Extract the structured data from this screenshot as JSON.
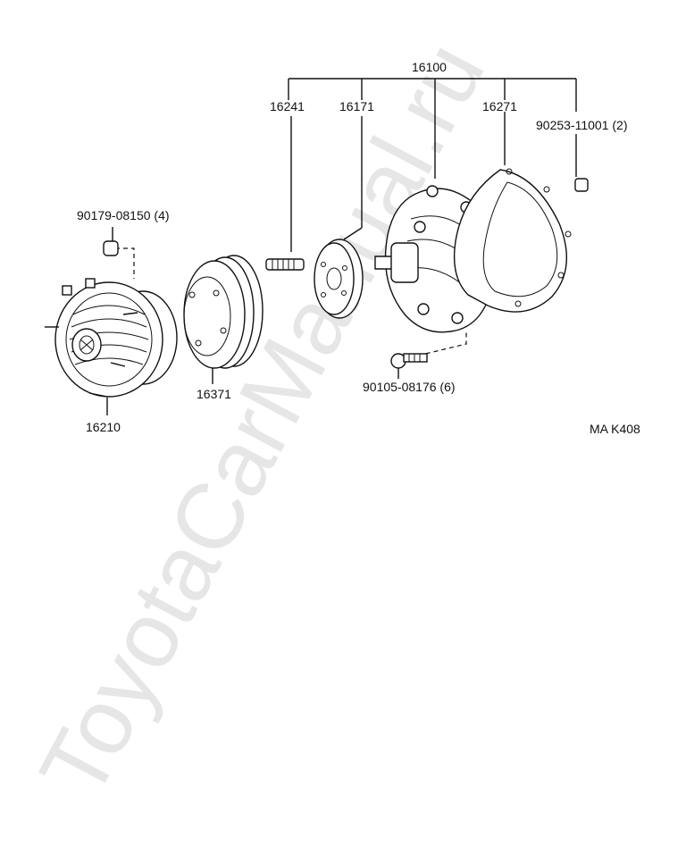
{
  "watermark": "ToyotaCarManual.ru",
  "figure_code": "MA K408",
  "part_labels": {
    "assembly": "16100",
    "stud": "16241",
    "pulley_seat": "16171",
    "gasket": "16271",
    "nut_pump": "90253-11001 (2)",
    "nut_coupling": "90179-08150 (4)",
    "bolt": "90105-08176 (6)",
    "pulley": "16371",
    "fluid_coupling": "16210"
  }
}
